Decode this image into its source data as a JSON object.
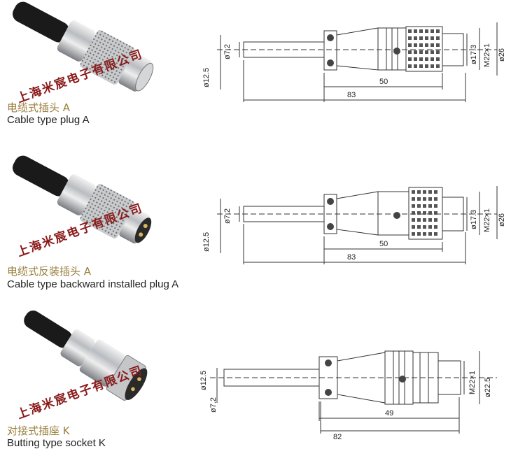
{
  "watermark": "上海米宸电子有限公司",
  "items": [
    {
      "label_cn": "电缆式插头 A",
      "label_en": "Cable type plug A",
      "dims": {
        "total": "83",
        "body": "50",
        "cable_dia": "ø12.5",
        "cable_inner": "ø7.2",
        "thread_dia": "ø17.3",
        "thread": "M22×1",
        "outer_dia": "ø26"
      }
    },
    {
      "label_cn": "电缆式反装插头 A",
      "label_en": "Cable type backward installed plug A",
      "dims": {
        "total": "83",
        "body": "50",
        "cable_dia": "ø12.5",
        "cable_inner": "ø7.2",
        "thread_dia": "ø17.3",
        "thread": "M22×1",
        "outer_dia": "ø26"
      }
    },
    {
      "label_cn": "对接式插座 K",
      "label_en": "Butting type socket K",
      "dims": {
        "total": "82",
        "body": "49",
        "cable_dia": "ø12.5",
        "cable_inner": "ø7.2",
        "thread": "M22×1",
        "outer_dia": "ø22.5"
      }
    }
  ]
}
